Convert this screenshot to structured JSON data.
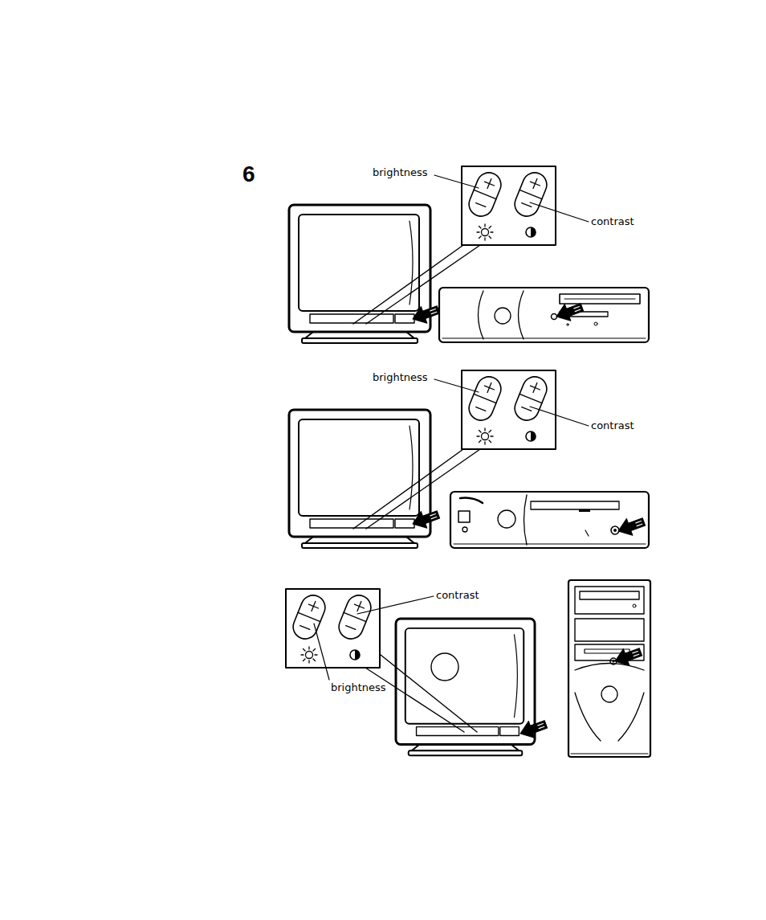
{
  "diagram": {
    "labels": [
      "6",
      "brightness",
      "contrast",
      "brightness",
      "contrast",
      "contrast",
      "brightness"
    ]
  }
}
